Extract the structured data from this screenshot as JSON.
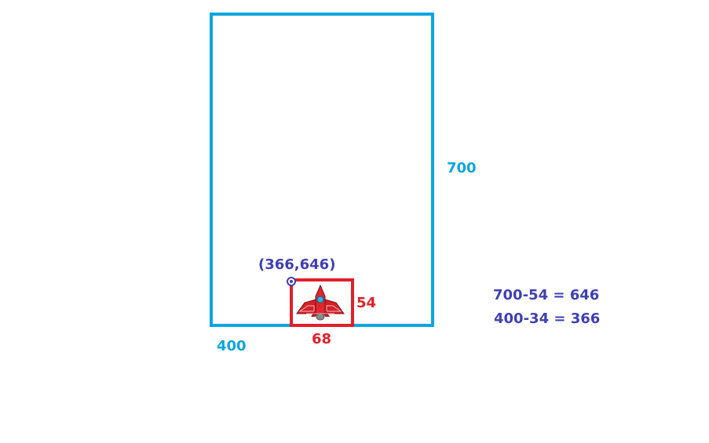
{
  "game_area": {
    "width_label": "400",
    "height_label": "700"
  },
  "sprite": {
    "width_label": "68",
    "height_label": "54",
    "origin_label": "(366,646)"
  },
  "equations": [
    "700-54 = 646",
    "400-34 = 366"
  ],
  "colors": {
    "game_area_border": "#0ea5e0",
    "sprite_border": "#e0202a",
    "annotation": "#3f3fb5"
  }
}
